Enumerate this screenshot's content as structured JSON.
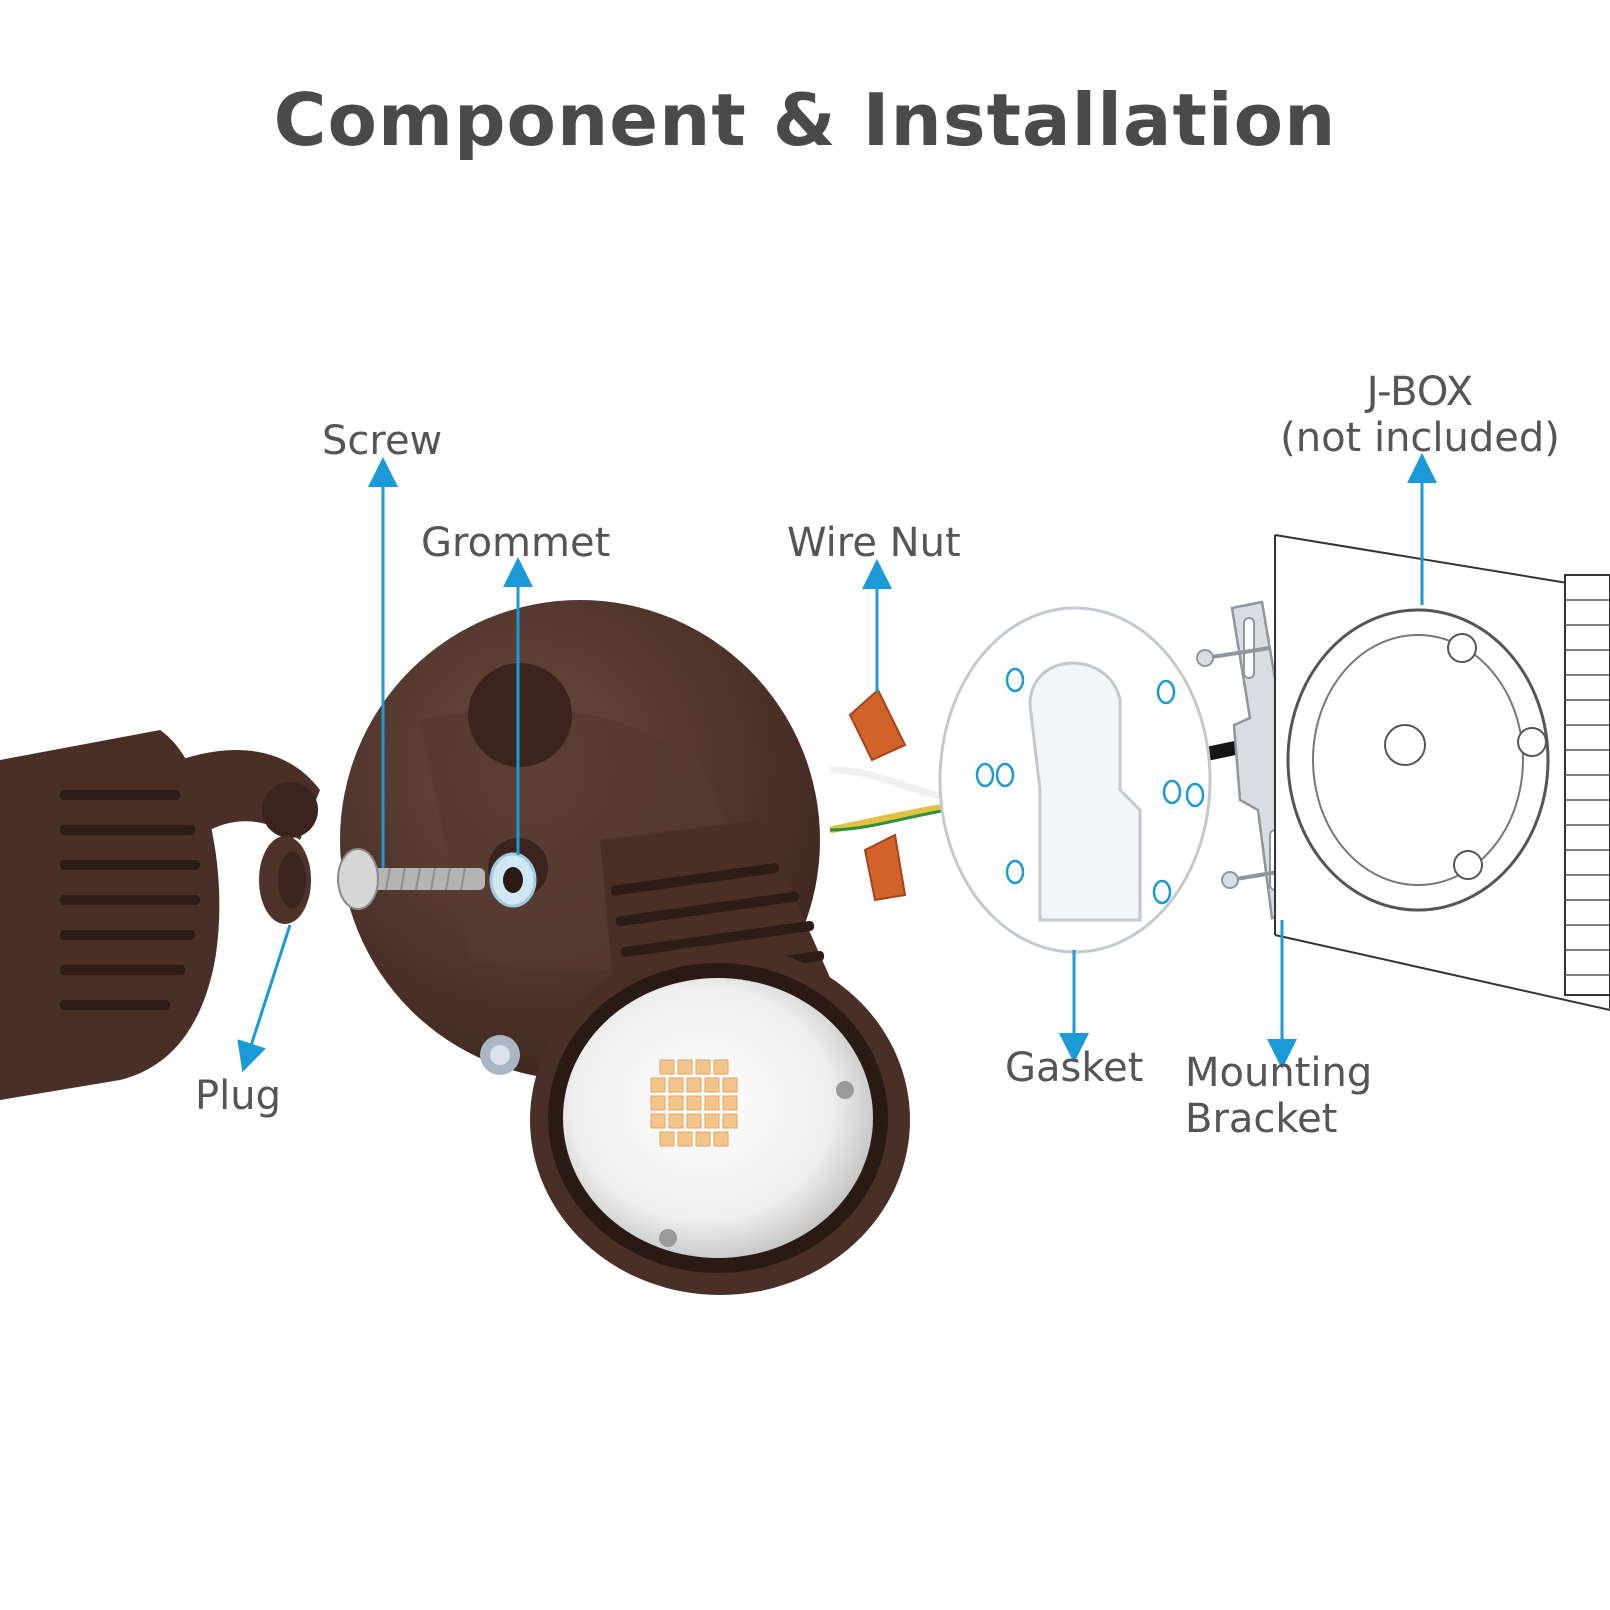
{
  "title": "Component & Installation",
  "labels": {
    "screw": "Screw",
    "grommet": "Grommet",
    "wire_nut": "Wire Nut",
    "jbox_line1": "J-BOX",
    "jbox_line2": "(not included)",
    "plug": "Plug",
    "gasket": "Gasket",
    "bracket_line1": "Mounting",
    "bracket_line2": "Bracket"
  },
  "colors": {
    "leader": "#1a9ad6",
    "housing": "#4a2f27",
    "text": "#555555",
    "title": "#4a4a4a",
    "wire_nut": "#d0622a"
  }
}
